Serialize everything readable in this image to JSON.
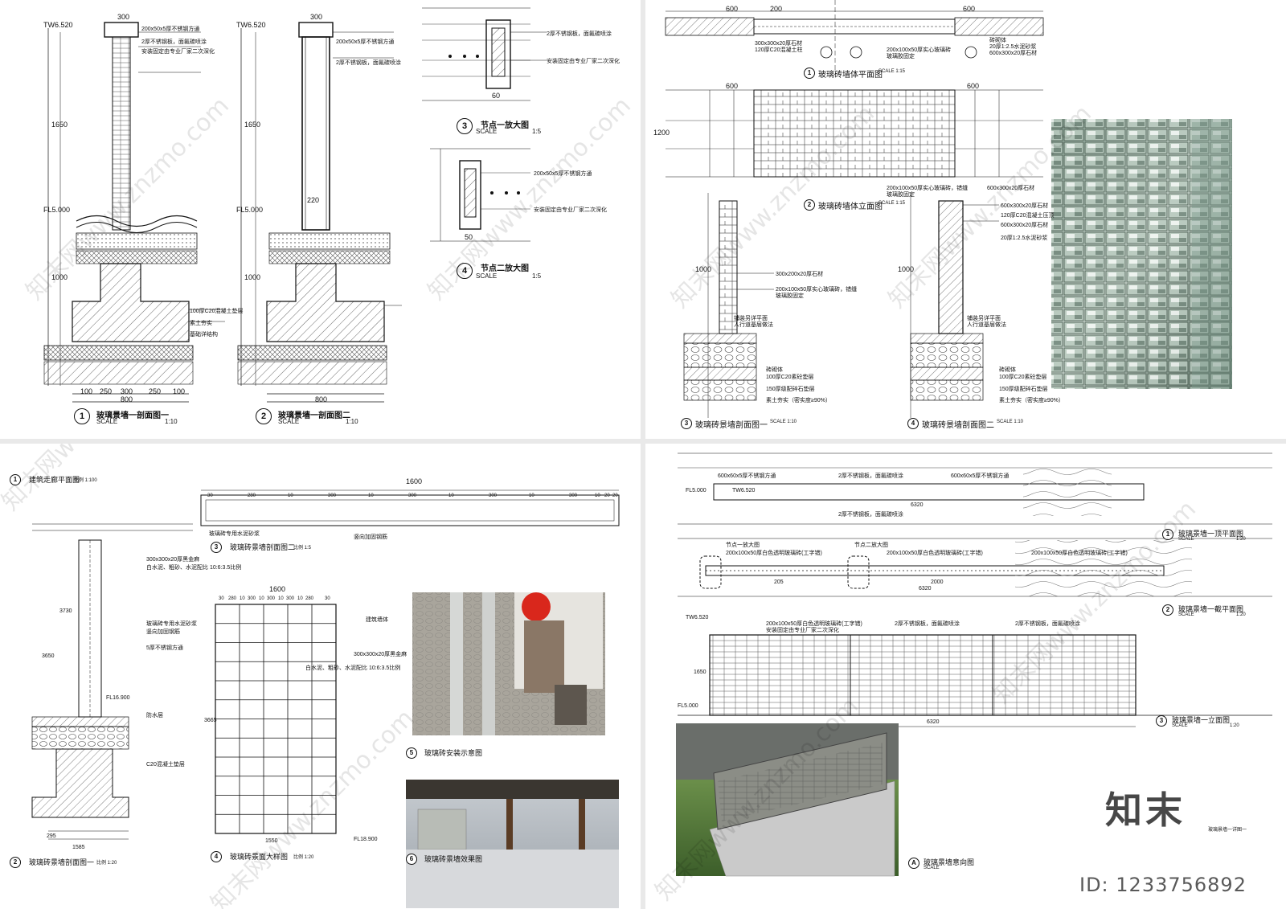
{
  "panel_1": {
    "drawings": [
      {
        "number": "1",
        "title": "玻璃景墙一剖面图一",
        "scale_label": "SCALE",
        "scale": "1:10"
      },
      {
        "number": "2",
        "title": "玻璃景墙一剖面图二",
        "scale_label": "SCALE",
        "scale": "1:10"
      },
      {
        "number": "3",
        "title": "节点一放大图",
        "scale_label": "SCALE",
        "scale": "1:5"
      },
      {
        "number": "4",
        "title": "节点二放大图",
        "scale_label": "SCALE",
        "scale": "1:5"
      }
    ],
    "dims": {
      "top": "300",
      "height": "1650",
      "found": "1000",
      "base_total": "800",
      "base_parts": [
        "100",
        "250",
        "300",
        "250",
        "100"
      ],
      "node": "60",
      "node2": "50",
      "node3": "220"
    },
    "levels": {
      "tw": "TW6.520",
      "fl": "FL5.000"
    },
    "notes": [
      "200x50x5厚不锈钢方通",
      "2厚不锈钢板，面氟碳喷涂",
      "安装固定由专业厂家二次深化",
      "100厚C20混凝土垫层",
      "素土夯实",
      "基础详结构"
    ]
  },
  "panel_2": {
    "drawings": [
      {
        "number": "1",
        "title": "玻璃砖墙体平面图",
        "scale": "SCALE 1:15"
      },
      {
        "number": "2",
        "title": "玻璃砖墙体立面图",
        "scale": "SCALE 1:15"
      },
      {
        "number": "3",
        "title": "玻璃砖景墙剖面图一",
        "scale": "SCALE 1:10"
      },
      {
        "number": "4",
        "title": "玻璃砖景墙剖面图二",
        "scale": "SCALE 1:10"
      }
    ],
    "dims": {
      "side": "600",
      "unit": "200",
      "height": "1200",
      "sec": "1000"
    },
    "notes_plan": [
      "300x300x20厚石材",
      "120厚C20混凝土柱",
      "200x100x50厚实心玻璃砖",
      "玻璃胶固定",
      "砖砌体",
      "20厚1:2.5水泥砂浆",
      "600x300x20厚石材"
    ],
    "notes_section": [
      "300x200x20厚石材",
      "200x100x50厚实心玻璃砖，错缝",
      "玻璃胶固定",
      "600x300x20厚石材",
      "120厚C20混凝土压顶",
      "20厚1:2.5水泥砂浆",
      "铺装另详平面",
      "人行道基层做法",
      "砖砌体",
      "100厚C20素砼垫层",
      "150厚级配碎石垫层",
      "素土夯实（密实度≥90%）"
    ]
  },
  "panel_3": {
    "drawings": [
      {
        "number": "1",
        "title": "建筑走廊平面图",
        "scale": "比例 1:100"
      },
      {
        "number": "2",
        "title": "玻璃砖景墙剖面图一",
        "scale": "比例 1:20"
      },
      {
        "number": "3",
        "title": "玻璃砖景墙剖面图二",
        "scale": "比例 1:5"
      },
      {
        "number": "4",
        "title": "玻璃砖景面大样图",
        "scale": "比例 1:20"
      },
      {
        "number": "5",
        "title": "玻璃砖安装示意图"
      },
      {
        "number": "6",
        "title": "玻璃砖景墙效果图"
      }
    ],
    "dims": {
      "total": "1600",
      "seg": [
        "30",
        "280",
        "10",
        "300",
        "10",
        "300",
        "10",
        "300",
        "10",
        "300",
        "10",
        "20",
        "20"
      ],
      "grid_top": [
        "30",
        "280",
        "10",
        "300",
        "10",
        "300",
        "10",
        "300",
        "10",
        "280",
        "30"
      ],
      "height": "3730",
      "sec_h": "3650",
      "base": "1585",
      "toe": "295",
      "grid_w": "1550",
      "total_h": "3665",
      "level": "FL16.900",
      "level2": "FL18.900"
    },
    "notes": [
      "建筑墙体",
      "300x300x20厚黑金麻",
      "白水泥、粗砂、水泥配比 10:6:3.5比例",
      "玻璃砖专用水泥砂浆",
      "竖向加固钢筋",
      "5厚不锈钢方通",
      "防水层",
      "C20混凝土垫层"
    ]
  },
  "panel_4": {
    "drawings": [
      {
        "number": "1",
        "title": "玻璃景墙一顶平面图",
        "scale_label": "SCALE",
        "scale": "1:20"
      },
      {
        "number": "2",
        "title": "玻璃景墙一截平面图",
        "scale_label": "SCALE",
        "scale": "1:20"
      },
      {
        "number": "3",
        "title": "玻璃景墙一立面图",
        "scale_label": "SCALE",
        "scale": "1:20"
      },
      {
        "number": "A",
        "title": "玻璃景墙意向图",
        "scale_label": "SCALE"
      }
    ],
    "dims": {
      "len": "6320",
      "h": "1650",
      "seg": "2000",
      "end": "205"
    },
    "levels": {
      "tw": "TW6.520",
      "fl": "FL5.000"
    },
    "notes": [
      "200x100x50厚白色透明玻璃砖(工字错)",
      "2厚不锈钢板，面氟碳喷涂",
      "安装固定由专业厂家二次深化",
      "节点一放大图",
      "节点二放大图",
      "600x60x5厚不锈钢方通"
    ],
    "footer": "玻璃景墙一详图一"
  },
  "watermark": {
    "brand": "知末",
    "id": "ID: 1233756892",
    "site": "知末网www.znzmo.com"
  }
}
